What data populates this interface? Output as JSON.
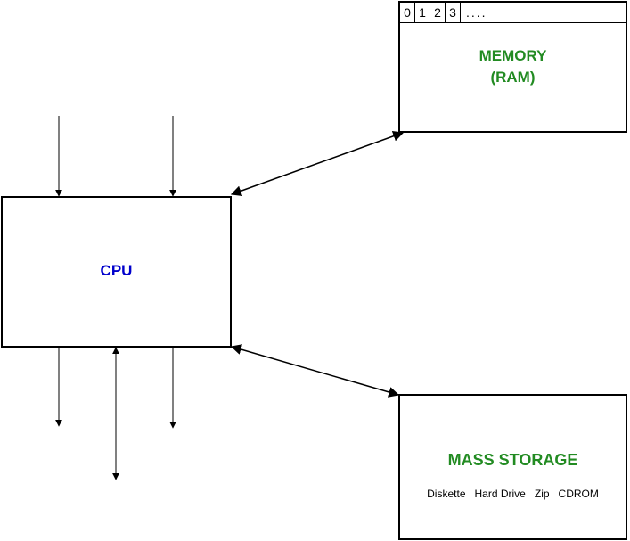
{
  "cpu": {
    "label": "CPU"
  },
  "memory": {
    "label_line1": "MEMORY",
    "label_line2": "(RAM)",
    "cells": [
      "0",
      "1",
      "2",
      "3"
    ],
    "more": "...."
  },
  "storage": {
    "label": "MASS STORAGE",
    "devices": [
      "Diskette",
      "Hard Drive",
      "Zip",
      "CDROM"
    ]
  },
  "colors": {
    "cpu": "#0000cc",
    "memory": "#228b22",
    "storage": "#228b22",
    "lines": "#000000"
  }
}
